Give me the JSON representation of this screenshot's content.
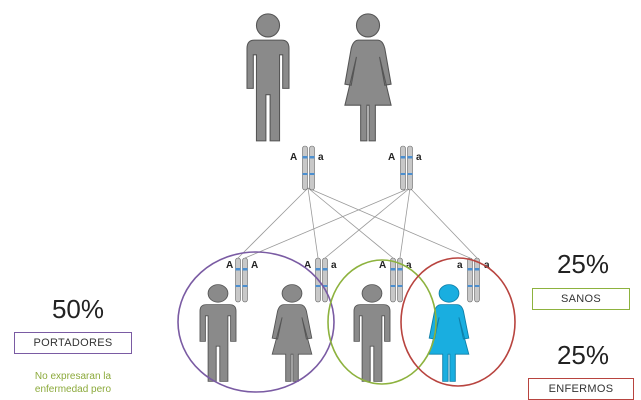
{
  "colors": {
    "figure_gray": "#8a8a8a",
    "figure_gray_dark": "#555555",
    "affected_blue": "#19aee0",
    "carriers_circle": "#7a5ba3",
    "healthy_circle": "#8db23e",
    "affected_circle": "#b8443f",
    "allele_A_color": "#222222",
    "allele_a_color": "#222222"
  },
  "parents": {
    "father": {
      "icon": "male-figure-icon",
      "alleles": [
        "A",
        "a"
      ]
    },
    "mother": {
      "icon": "female-figure-icon",
      "alleles": [
        "A",
        "a"
      ]
    }
  },
  "offspring": [
    {
      "icon": "male-figure-icon",
      "alleles": [
        "A",
        "A"
      ],
      "affected": false
    },
    {
      "icon": "female-figure-icon",
      "alleles": [
        "A",
        "a"
      ],
      "affected": false
    },
    {
      "icon": "male-figure-icon",
      "alleles": [
        "A",
        "a"
      ],
      "affected": false
    },
    {
      "icon": "female-figure-icon",
      "alleles": [
        "a",
        "a"
      ],
      "affected": true
    }
  ],
  "groups": {
    "carriers": {
      "percent": "50%",
      "label": "PORTADORES",
      "note_lines": [
        "No expresaran la",
        "enfermedad pero"
      ]
    },
    "healthy": {
      "percent": "25%",
      "label": "SANOS"
    },
    "affected": {
      "percent": "25%",
      "label": "ENFERMOS"
    }
  }
}
